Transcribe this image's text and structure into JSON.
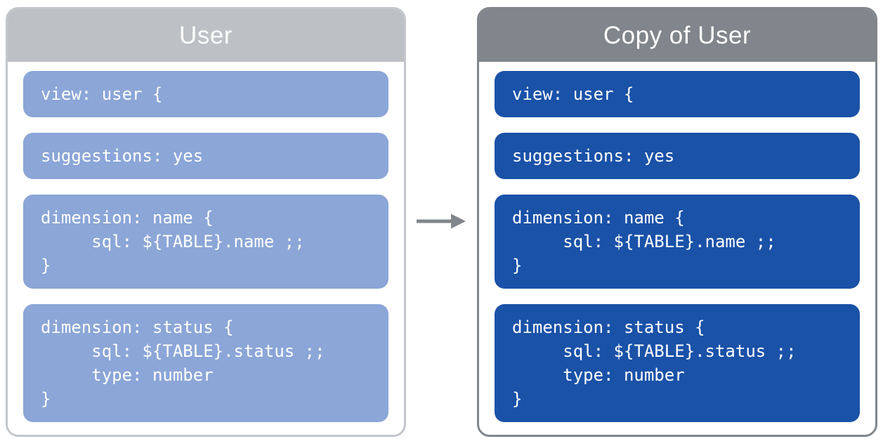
{
  "panels": [
    {
      "id": "user",
      "title": "User",
      "header_color": "#BDC1C6",
      "border_color": "#C3C7CB",
      "block_color": "#8BA6D7",
      "text_color": "#FFFFFF",
      "blocks": [
        "view: user {",
        "suggestions: yes",
        "dimension: name {\n     sql: ${TABLE}.name ;;\n}",
        "dimension: status {\n     sql: ${TABLE}.status ;;\n     type: number\n}"
      ]
    },
    {
      "id": "copy-of-user",
      "title": "Copy of User",
      "header_color": "#80868B",
      "border_color": "#80868B",
      "block_color": "#1A52A8",
      "text_color": "#FFFFFF",
      "blocks": [
        "view: user {",
        "suggestions: yes",
        "dimension: name {\n     sql: ${TABLE}.name ;;\n}",
        "dimension: status {\n     sql: ${TABLE}.status ;;\n     type: number\n}"
      ]
    }
  ],
  "arrow": {
    "direction": "right",
    "color": "#80868B"
  }
}
